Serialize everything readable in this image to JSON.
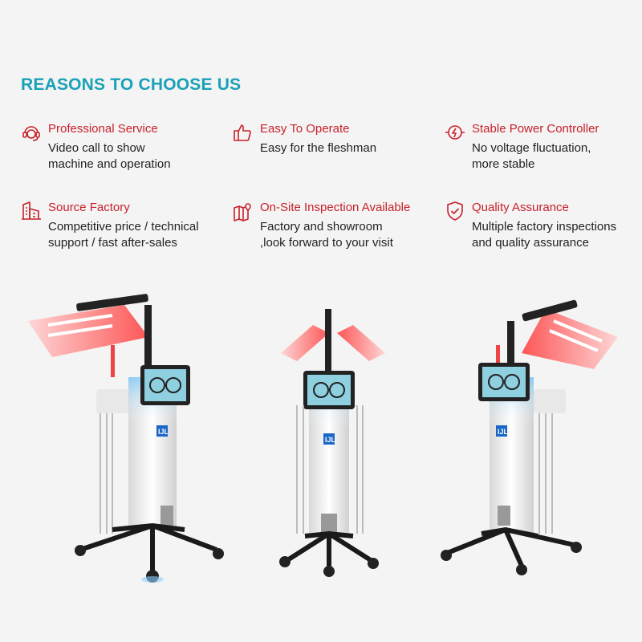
{
  "heading": "REASONS TO CHOOSE US",
  "features": [
    {
      "icon": "headset-icon",
      "title": "Professional Service",
      "desc1": "Video call to show",
      "desc2": "machine and operation"
    },
    {
      "icon": "thumbs-up-icon",
      "title": "Easy To Operate",
      "desc1": "Easy for the fleshman",
      "desc2": ""
    },
    {
      "icon": "power-controller-icon",
      "title": "Stable Power Controller",
      "desc1": "No voltage fluctuation,",
      "desc2": "more stable"
    },
    {
      "icon": "factory-icon",
      "title": "Source Factory",
      "desc1": "Competitive price / technical",
      "desc2": "support / fast after-sales"
    },
    {
      "icon": "map-location-icon",
      "title": "On-Site Inspection Available",
      "desc1": "Factory and showroom",
      "desc2": ",look forward to your visit"
    },
    {
      "icon": "shield-check-icon",
      "title": "Quality Assurance",
      "desc1": "Multiple factory inspections",
      "desc2": "and quality assurance"
    }
  ],
  "colors": {
    "heading": "#1aa0b8",
    "accent": "#c8202a",
    "text": "#222222",
    "background": "#f4f4f4"
  },
  "machine_logo": "IJL"
}
